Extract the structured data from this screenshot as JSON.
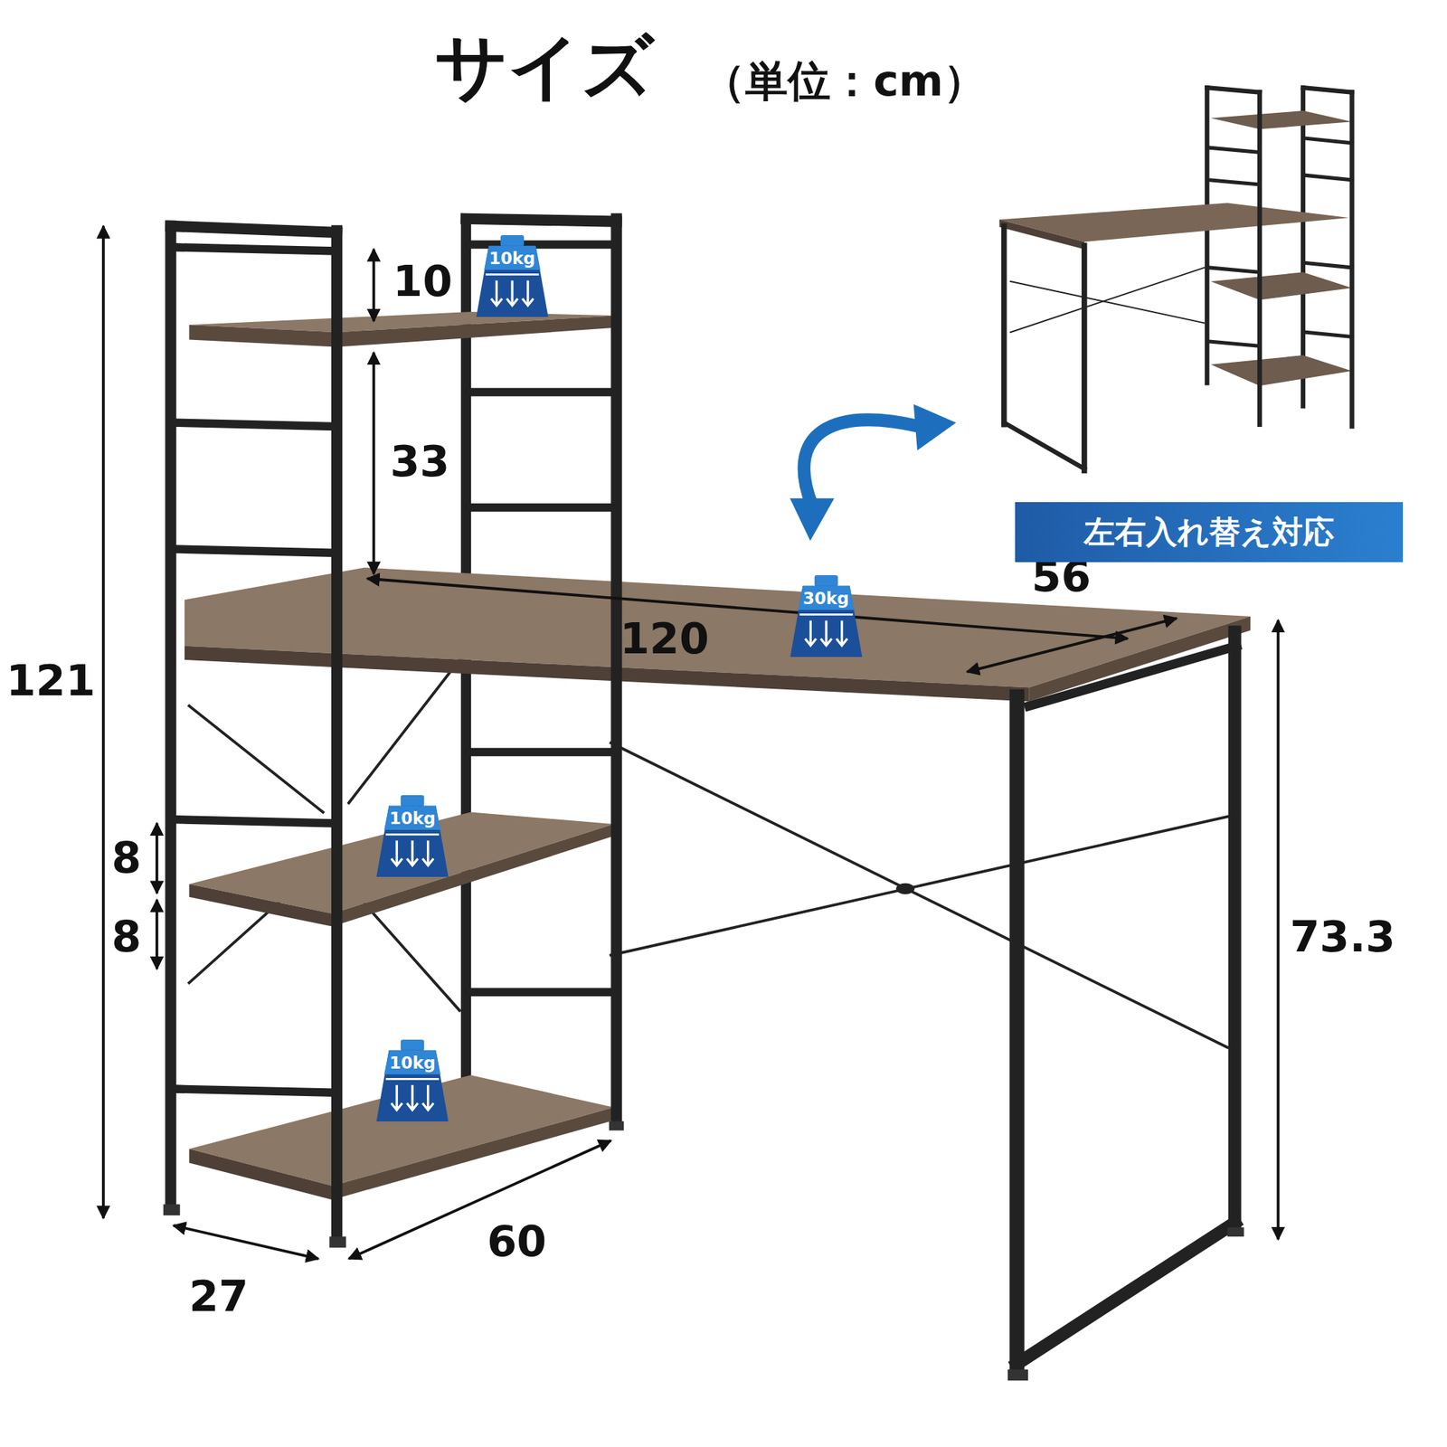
{
  "diagram": {
    "title": "サイズ",
    "nodes": [
      {
        "text": [
          "10kg"
        ]
      },
      {
        "text": [
          "左右入れ替え対応"
        ]
      },
      {
        "text": [
          "30kg"
        ]
      },
      {
        "text": [
          "10kg"
        ]
      },
      {
        "text": [
          "10kg"
        ]
      }
    ],
    "labels": [
      "（単位：cm）",
      "10",
      "33",
      "121",
      "120",
      "56",
      "73.3",
      "8",
      "8",
      "60",
      "27"
    ]
  }
}
